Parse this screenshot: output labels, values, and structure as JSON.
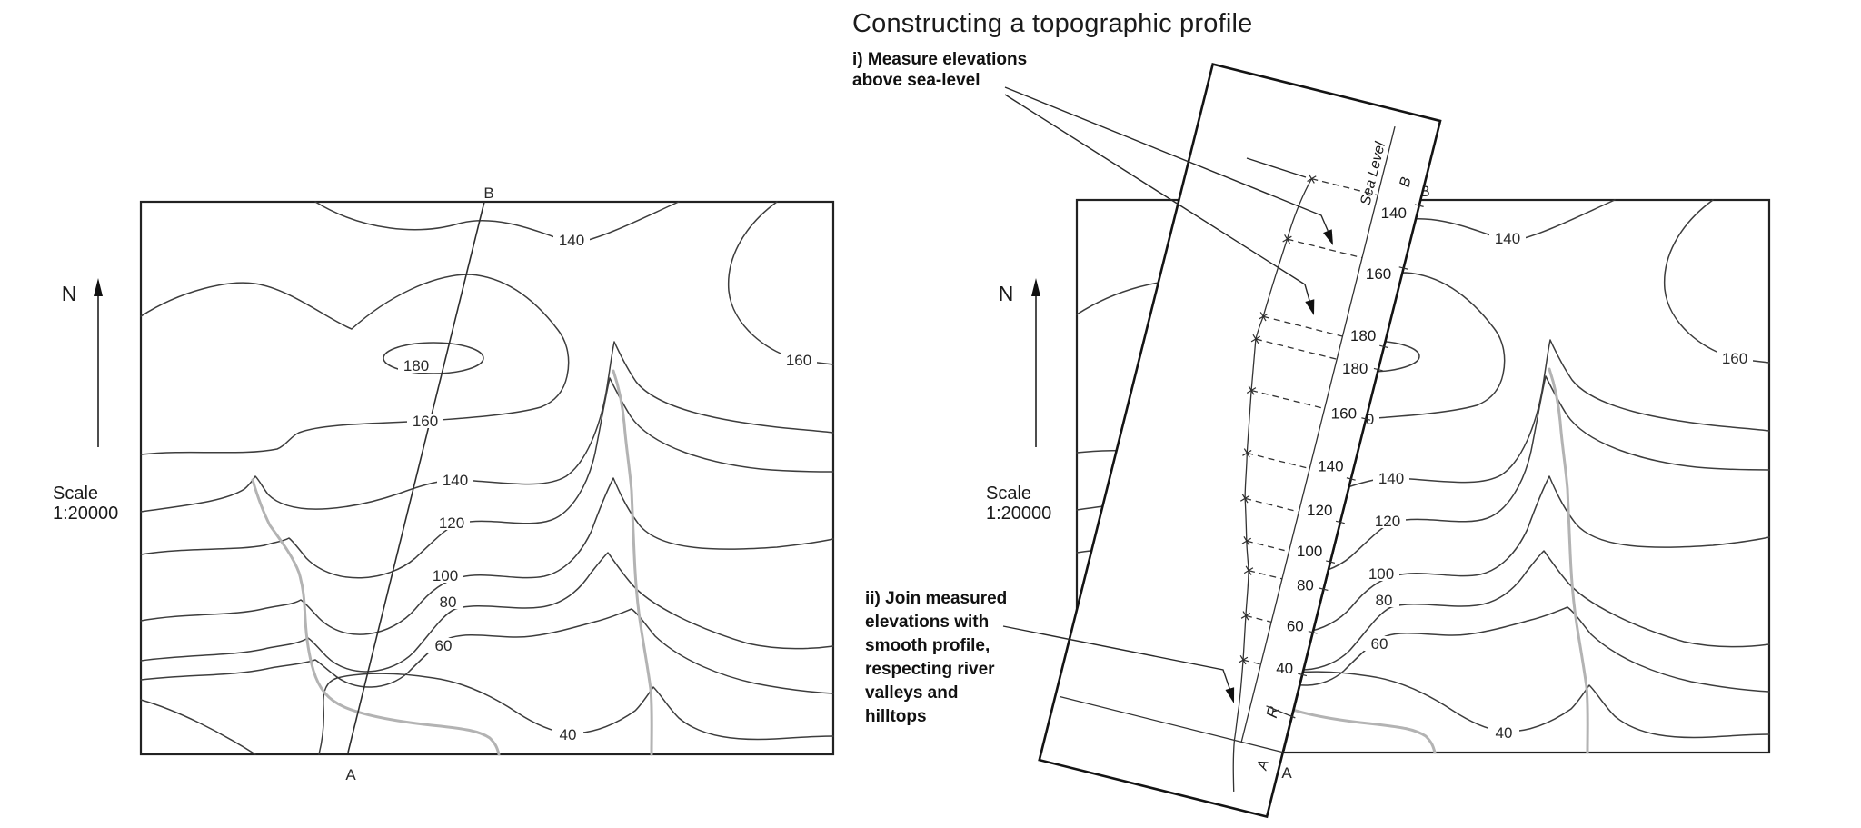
{
  "title": "Constructing a topographic profile",
  "steps": {
    "step1_lines": [
      "i) Measure elevations",
      "above sea-level"
    ],
    "step2_lines": [
      "ii) Join measured",
      "elevations with",
      "smooth profile,",
      "respecting river",
      "valleys and",
      "hilltops"
    ]
  },
  "maps": {
    "north_label": "N",
    "scale_line1": "Scale",
    "scale_line2": "1:20000",
    "point_b": "B",
    "point_a": "A",
    "contour_labels": [
      "140",
      "160",
      "180",
      "160",
      "140",
      "120",
      "100",
      "80",
      "60",
      "40"
    ]
  },
  "strip": {
    "sea_level_label": "Sea Level",
    "point_b": "B",
    "point_a": "A",
    "river_mark": "R",
    "tilt_degrees": 14,
    "elevation_labels": [
      "140",
      "160",
      "180",
      "180",
      "160",
      "140",
      "120",
      "100",
      "80",
      "60",
      "40"
    ],
    "profile_elevations": [
      140,
      160,
      180,
      180,
      160,
      140,
      120,
      100,
      80,
      60,
      40
    ]
  },
  "colors": {
    "ink": "#1a1a1a",
    "contour": "#3d3d3d",
    "river": "#b3b3b3",
    "paper": "#ffffff"
  }
}
